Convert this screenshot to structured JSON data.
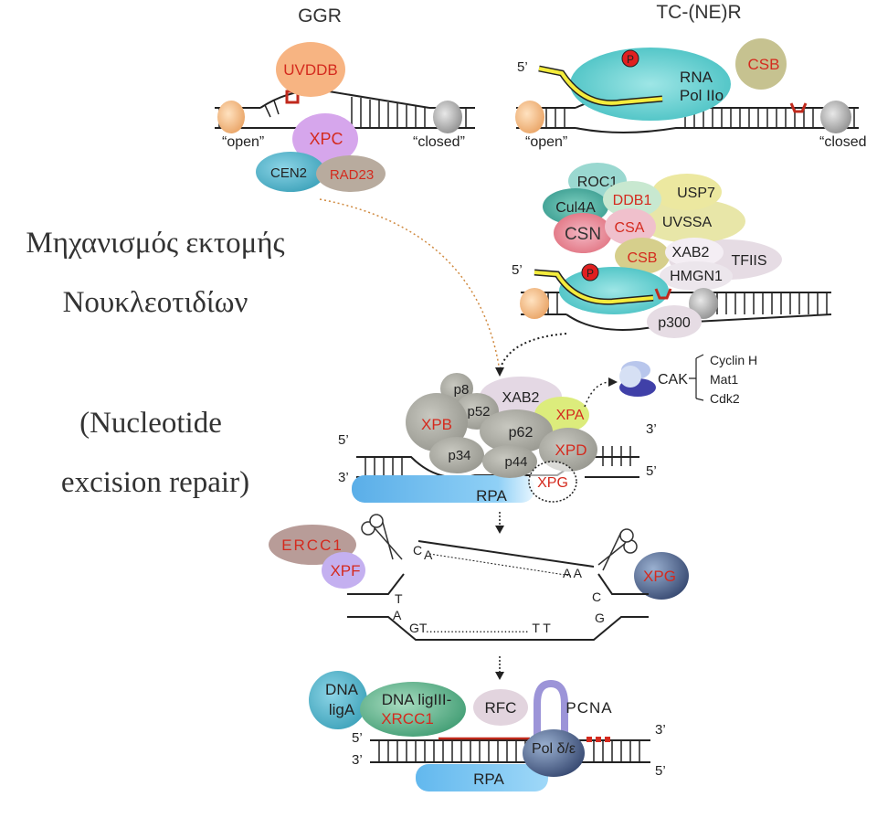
{
  "panels": {
    "ggr": {
      "title": "GGR",
      "open": "“open”",
      "closed": "“closed”"
    },
    "tcr": {
      "title": "TC-(NE)R",
      "open": "“open”",
      "closed": "“closed"
    }
  },
  "heading": {
    "greek_line1": "Μηχανισμός εκτομής",
    "greek_line2": "Νουκλεοτιδίων",
    "english_line1": "(Nucleotide",
    "english_line2": "excision repair)"
  },
  "strand_labels": {
    "five": "5’",
    "three": "3’"
  },
  "proteins": {
    "uvddb": "UVDDB",
    "xpc": "XPC",
    "cen2": "CEN2",
    "rad23": "RAD23",
    "csb": "CSB",
    "rna_pol_1": "RNA",
    "rna_pol_2": "Pol IIo",
    "phospho": "P",
    "roc1": "ROC1",
    "cul4a": "Cul4A",
    "ddb1": "DDB1",
    "usp7": "USP7",
    "csn": "CSN",
    "csa": "CSA",
    "uvssa": "UVSSA",
    "xab2": "XAB2",
    "tfiis": "TFIIS",
    "hmgn1": "HMGN1",
    "p300": "p300",
    "p8": "p8",
    "p52": "p52",
    "xpb": "XPB",
    "p62": "p62",
    "p34": "p34",
    "p44": "p44",
    "xpa": "XPA",
    "xpd": "XPD",
    "xpg": "XPG",
    "rpa": "RPA",
    "cak": "CAK",
    "cyclin_h": "Cyclin H",
    "mat1": "Mat1",
    "cdk2": "Cdk2",
    "ercc1": "ERCC1",
    "xpf": "XPF",
    "dna_liga_1": "DNA",
    "dna_liga_2": "ligA",
    "dna_lig3_1": "DNA ligIII-",
    "dna_lig3_2": "XRCC1",
    "rfc": "RFC",
    "pcna": "PCNA",
    "pol": "Pol δ/ε"
  },
  "bases": {
    "c": "C",
    "a": "A",
    "t": "T",
    "g": "G",
    "top_left": "A",
    "top_right": "A A",
    "bottom_strand": "GT............................. T T"
  },
  "colors": {
    "red_label": "#d42a1e",
    "text": "#333333",
    "rnapol": "#5cc8c8",
    "rpa": "#78c0ec",
    "grey_protein": "#a8a8a0",
    "lesion": "#c0291c",
    "yellow_rna": "#f4ec3c"
  }
}
